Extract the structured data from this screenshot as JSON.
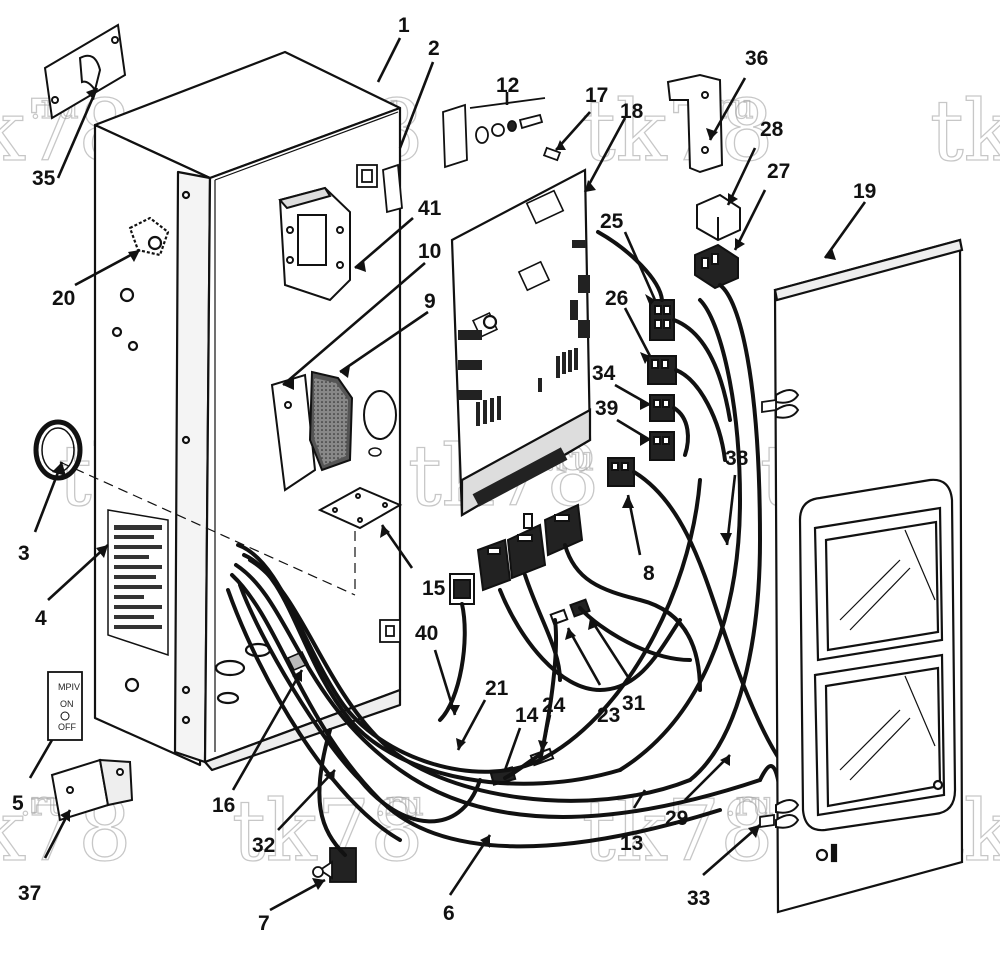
{
  "watermark": {
    "text": "tk78",
    "suffix": ".ru"
  },
  "switch_plate": {
    "line1": "MPIV",
    "line2": "ON",
    "line3": "OFF"
  },
  "callouts": [
    "1",
    "2",
    "3",
    "4",
    "5",
    "6",
    "7",
    "8",
    "9",
    "10",
    "12",
    "13",
    "14",
    "15",
    "16",
    "17",
    "18",
    "19",
    "20",
    "21",
    "23",
    "24",
    "25",
    "26",
    "27",
    "28",
    "29",
    "31",
    "32",
    "33",
    "34",
    "35",
    "36",
    "37",
    "38",
    "39",
    "40",
    "41"
  ]
}
